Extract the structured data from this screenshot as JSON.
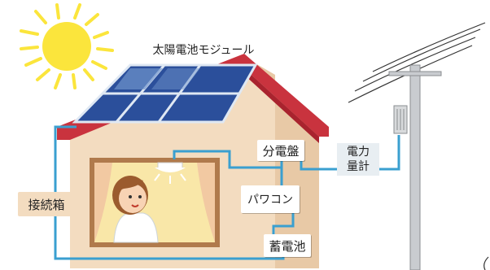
{
  "labels": {
    "solar_module": "太陽電池モジュール",
    "distribution_board": "分電盤",
    "power_conditioner": "パワコン",
    "storage_battery": "蓄電池",
    "junction_box": "接続箱",
    "meter_line1": "電力",
    "meter_line2": "量計"
  },
  "colors": {
    "wire": "#3a9fd0",
    "roof": "#c9333e",
    "wall": "#f3dcc0",
    "sun": "#fbe53c",
    "panel": "#2b4f9b"
  },
  "icons": [
    "sun-icon",
    "solar-panel-icon",
    "house-icon",
    "person-icon",
    "ceiling-light-icon",
    "utility-pole-icon"
  ]
}
